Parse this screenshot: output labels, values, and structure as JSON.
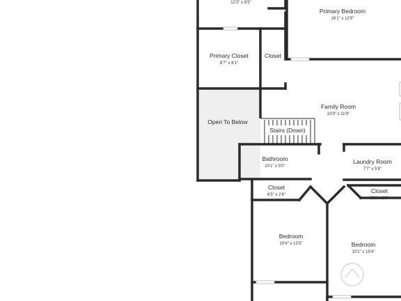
{
  "plan": {
    "rooms": [
      {
        "id": "top-room",
        "name": "",
        "dims": "12'3\" x 8'5\""
      },
      {
        "id": "primary-bedroom",
        "name": "Primary Bedroom",
        "dims": "16'1\" x 12'9\""
      },
      {
        "id": "primary-closet",
        "name": "Primary Closet",
        "dims": "8'7\" x 8'1\""
      },
      {
        "id": "closet-upper",
        "name": "Closet",
        "dims": ""
      },
      {
        "id": "open-to-below",
        "name": "Open To Below",
        "dims": ""
      },
      {
        "id": "family-room",
        "name": "Family Room",
        "dims": "19'9\" x 11'9\""
      },
      {
        "id": "stairs",
        "name": "Stairs (Down)",
        "dims": ""
      },
      {
        "id": "bathroom",
        "name": "Bathroom",
        "dims": "10'1\" x 5'0\""
      },
      {
        "id": "laundry-room",
        "name": "Laundry Room",
        "dims": "7'7\" x 5'8\""
      },
      {
        "id": "closet-left",
        "name": "Closet",
        "dims": "6'5\" x 2'6\""
      },
      {
        "id": "closet-right",
        "name": "Closet",
        "dims": "5'8\" x 2'0\""
      },
      {
        "id": "bedroom-left",
        "name": "Bedroom",
        "dims": "10'4\" x 13'3\""
      },
      {
        "id": "bedroom-right",
        "name": "Bedroom",
        "dims": "10'1\" x 15'4\""
      }
    ],
    "colors": {
      "wall": "#2b2b2b",
      "open_area": "#efefef",
      "background": "#ffffff"
    }
  }
}
